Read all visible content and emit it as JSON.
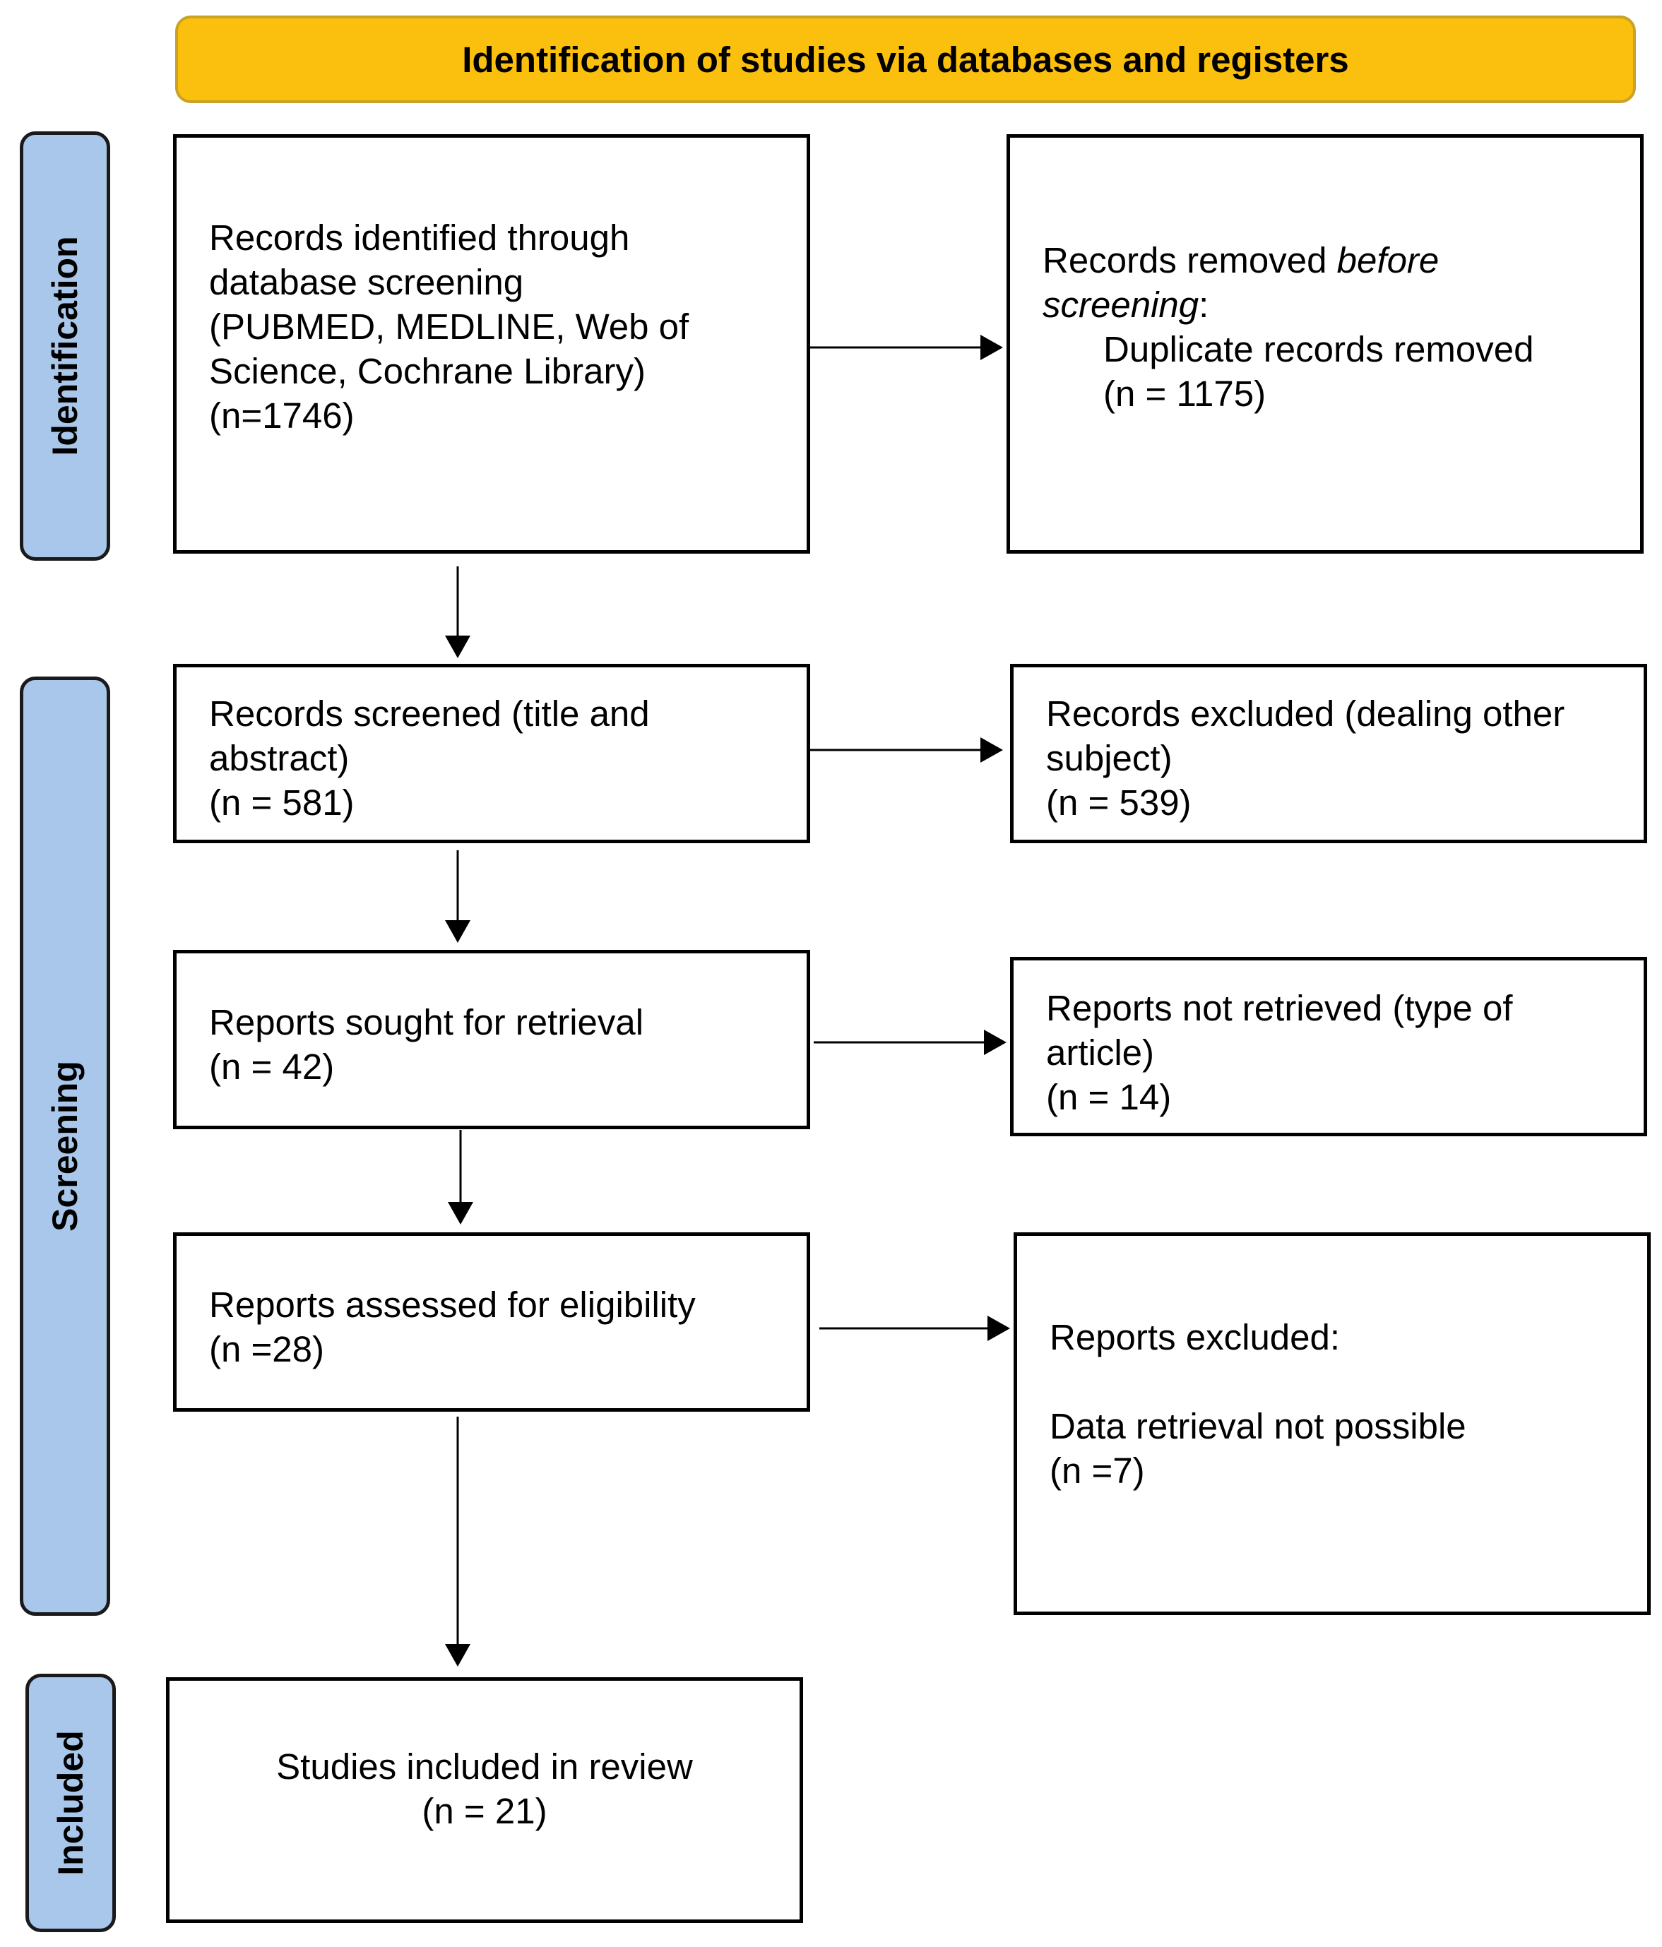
{
  "header": {
    "title": "Identification of studies via databases and registers"
  },
  "phases": {
    "identification": "Identification",
    "screening": "Screening",
    "included": "Included"
  },
  "boxes": {
    "records_identified": {
      "lines": [
        "Records identified through",
        "database screening",
        "(PUBMED, MEDLINE, Web of",
        "Science, Cochrane Library)",
        "(n=1746)"
      ]
    },
    "records_removed": {
      "line1_prefix": "Records removed ",
      "line1_italic": "before",
      "line2_italic": "screening",
      "line2_suffix": ":",
      "line3": "Duplicate records removed",
      "line4": "(n = 1175)"
    },
    "records_screened": {
      "lines": [
        "Records screened (title and",
        "abstract)",
        "(n = 581)"
      ]
    },
    "records_excluded": {
      "lines": [
        "Records excluded (dealing other",
        "subject)",
        "(n = 539)"
      ]
    },
    "reports_sought": {
      "lines": [
        "Reports sought for retrieval",
        "(n = 42)"
      ]
    },
    "reports_not_retrieved": {
      "lines": [
        "Reports not retrieved (type of",
        "article)",
        "(n = 14)"
      ]
    },
    "reports_assessed": {
      "lines": [
        "Reports assessed for eligibility",
        "(n =28)"
      ]
    },
    "reports_excluded": {
      "line1": "Reports excluded:",
      "line2": "Data retrieval not possible",
      "line3": "(n =7)"
    },
    "studies_included": {
      "lines": [
        "Studies included in review",
        "(n = 21)"
      ]
    }
  },
  "colors": {
    "header_fill": "#FBBF0D",
    "phase_fill": "#A8C7EA",
    "line": "#000000"
  }
}
